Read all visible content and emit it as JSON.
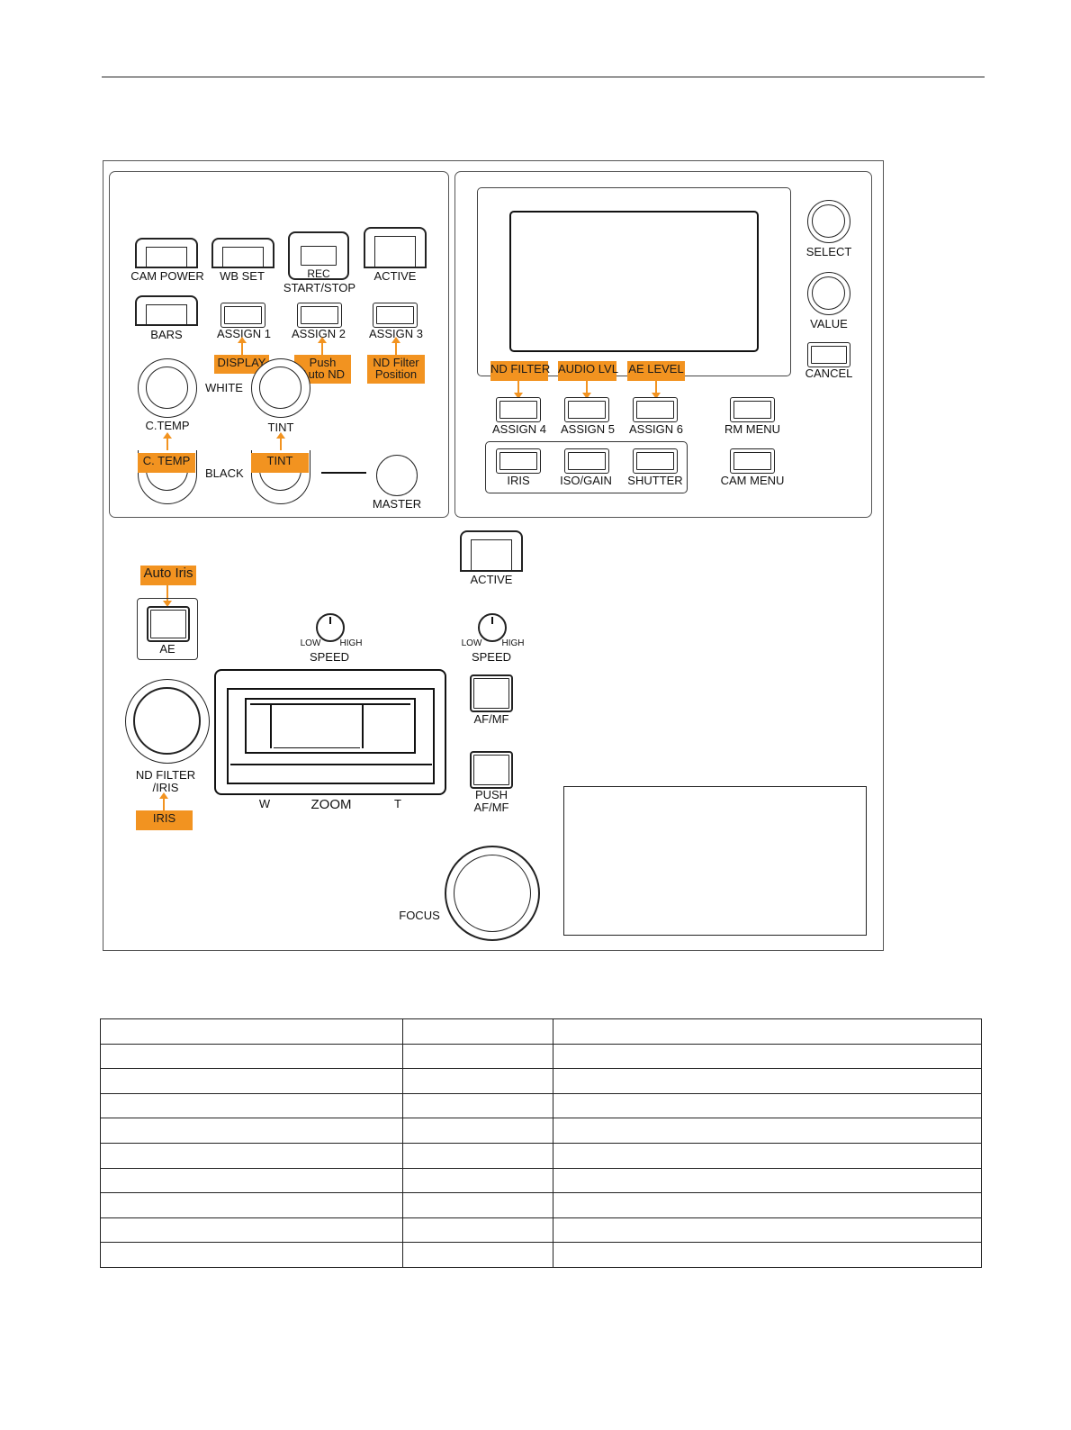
{
  "labels": {
    "cam_power": "CAM POWER",
    "wb_set": "WB SET",
    "rec_line1": "REC",
    "rec_line2": "START/STOP",
    "active_top": "ACTIVE",
    "bars": "BARS",
    "assign1": "ASSIGN 1",
    "assign2": "ASSIGN 2",
    "assign3": "ASSIGN 3",
    "white": "WHITE",
    "c_temp": "C.TEMP",
    "tint": "TINT",
    "black": "BLACK",
    "master": "MASTER",
    "select": "SELECT",
    "value": "VALUE",
    "cancel": "CANCEL",
    "assign4": "ASSIGN 4",
    "assign5": "ASSIGN 5",
    "assign6": "ASSIGN 6",
    "rm_menu": "RM MENU",
    "iris_btn": "IRIS",
    "iso_gain": "ISO/GAIN",
    "shutter": "SHUTTER",
    "cam_menu": "CAM MENU",
    "active_mid": "ACTIVE",
    "ae": "AE",
    "low1": "LOW",
    "high1": "HIGH",
    "speed1": "SPEED",
    "low2": "LOW",
    "high2": "HIGH",
    "speed2": "SPEED",
    "af_mf": "AF/MF",
    "push_line1": "PUSH",
    "push_line2": "AF/MF",
    "nd_filter_line1": "ND FILTER",
    "nd_filter_line2": "/IRIS",
    "zoom_w": "W",
    "zoom": "ZOOM",
    "zoom_t": "T",
    "focus": "FOCUS"
  },
  "callouts": {
    "display": "DISPLAY",
    "push_auto_nd_line1": "Push",
    "push_auto_nd_line2": "Auto ND",
    "nd_filter_pos_line1": "ND Filter",
    "nd_filter_pos_line2": "Position",
    "c_temp": "C. TEMP",
    "tint": "TINT",
    "nd_filter": "ND FILTER",
    "audio_lvl": "AUDIO LVL",
    "ae_level": "AE LEVEL",
    "auto_iris": "Auto Iris",
    "iris": "IRIS"
  },
  "colors": {
    "callout": "#f29320"
  },
  "table": {
    "rows": 10,
    "columns": 3
  }
}
